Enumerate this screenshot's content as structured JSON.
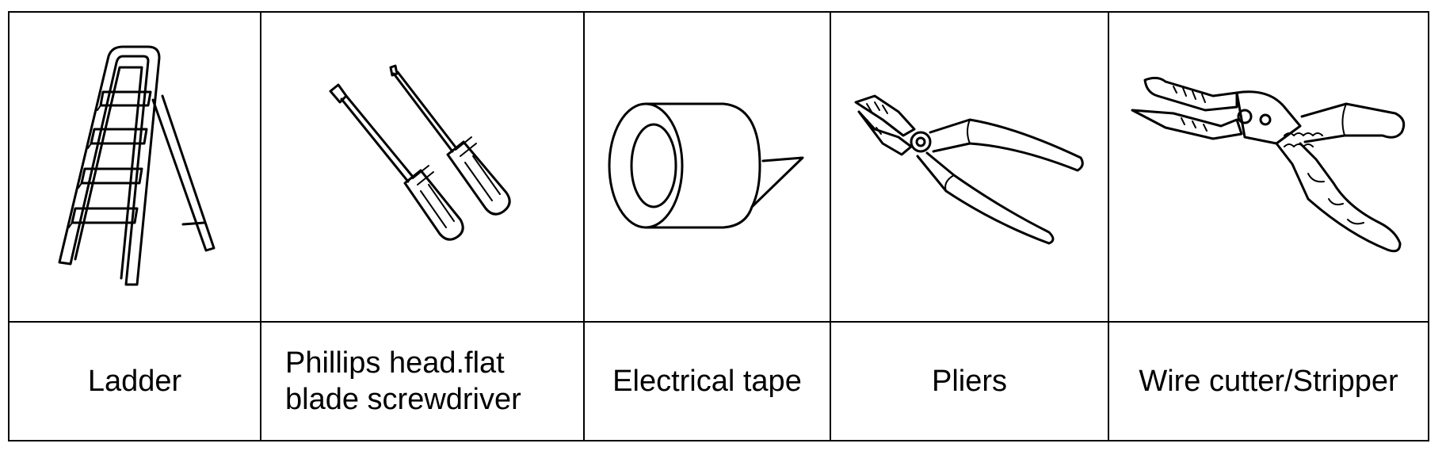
{
  "tools": [
    {
      "icon": "ladder-icon",
      "label": "Ladder"
    },
    {
      "icon": "screwdriver-icon",
      "label": "Phillips head.flat\nblade screwdriver"
    },
    {
      "icon": "electrical-tape-icon",
      "label": "Electrical tape"
    },
    {
      "icon": "pliers-icon",
      "label": "Pliers"
    },
    {
      "icon": "wire-stripper-icon",
      "label": "Wire cutter/Stripper"
    }
  ],
  "colors": {
    "line": "#000000",
    "background": "#ffffff"
  }
}
